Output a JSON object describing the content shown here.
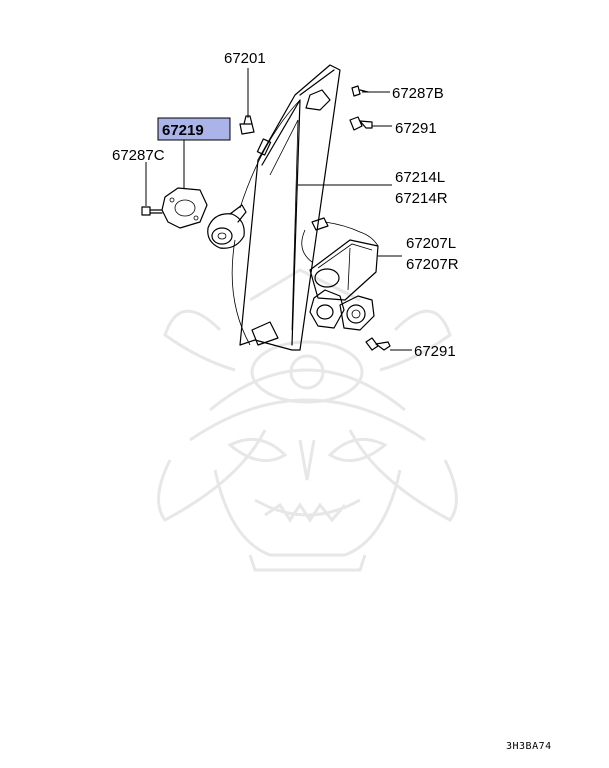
{
  "labels": {
    "p67201": "67201",
    "p67219": "67219",
    "p67287c": "67287C",
    "p67287b": "67287B",
    "p67291_top": "67291",
    "p67214l": "67214L",
    "p67214r": "67214R",
    "p67207l": "67207L",
    "p67207r": "67207R",
    "p67291_bottom": "67291"
  },
  "highlight_color": "#aab4e8",
  "diagram_code": "3H3BA74"
}
